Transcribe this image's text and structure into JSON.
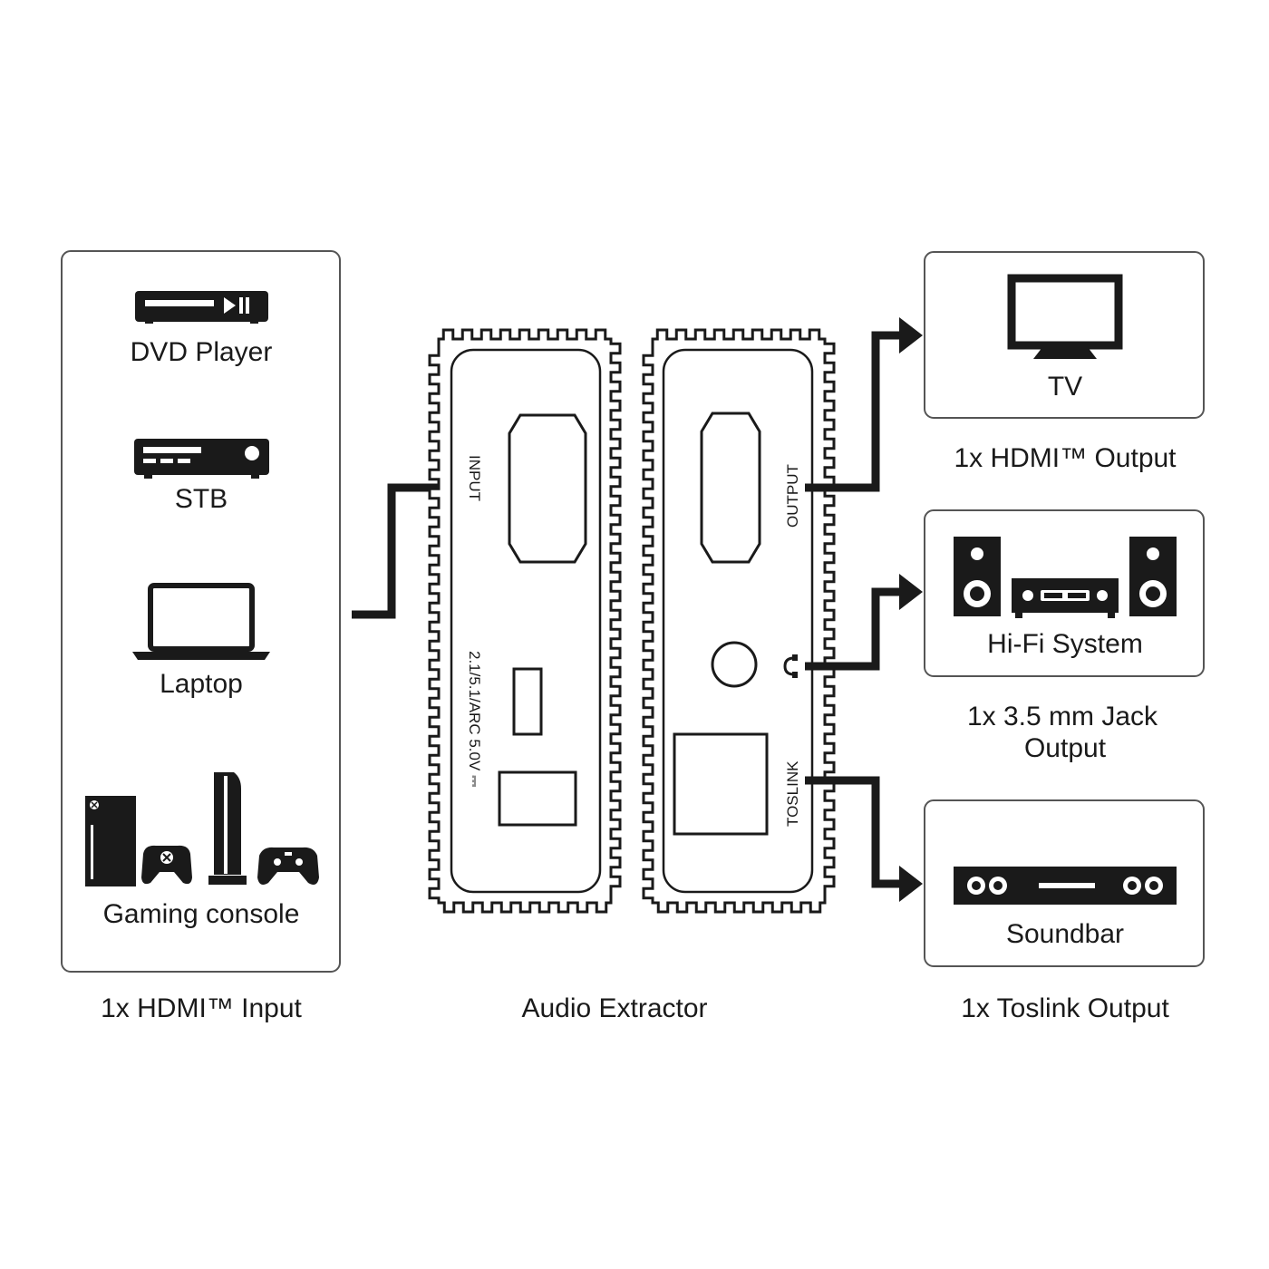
{
  "input_panel": {
    "devices": [
      {
        "label": "DVD Player",
        "icon": "dvd-player-icon"
      },
      {
        "label": "STB",
        "icon": "set-top-box-icon"
      },
      {
        "label": "Laptop",
        "icon": "laptop-icon"
      },
      {
        "label": "Gaming console",
        "icon": "gaming-console-icon"
      }
    ],
    "caption": "1x HDMI™ Input"
  },
  "extractor": {
    "caption": "Audio Extractor",
    "input_side": {
      "port_label": "INPUT",
      "power_label": "2.1/5.1/ARC  5.0V ⎓"
    },
    "output_side": {
      "hdmi_label": "OUTPUT",
      "toslink_label": "TOSLINK"
    }
  },
  "outputs": [
    {
      "label": "TV",
      "icon": "tv-icon",
      "caption": "1x HDMI™ Output"
    },
    {
      "label": "Hi-Fi System",
      "icon": "hifi-system-icon",
      "caption_lines": [
        "1x 3.5 mm Jack",
        "Output"
      ]
    },
    {
      "label": "Soundbar",
      "icon": "soundbar-icon",
      "caption": "1x Toslink Output"
    }
  ],
  "colors": {
    "stroke": "#1a1a1a",
    "panel_border": "#555555",
    "background": "#ffffff"
  }
}
